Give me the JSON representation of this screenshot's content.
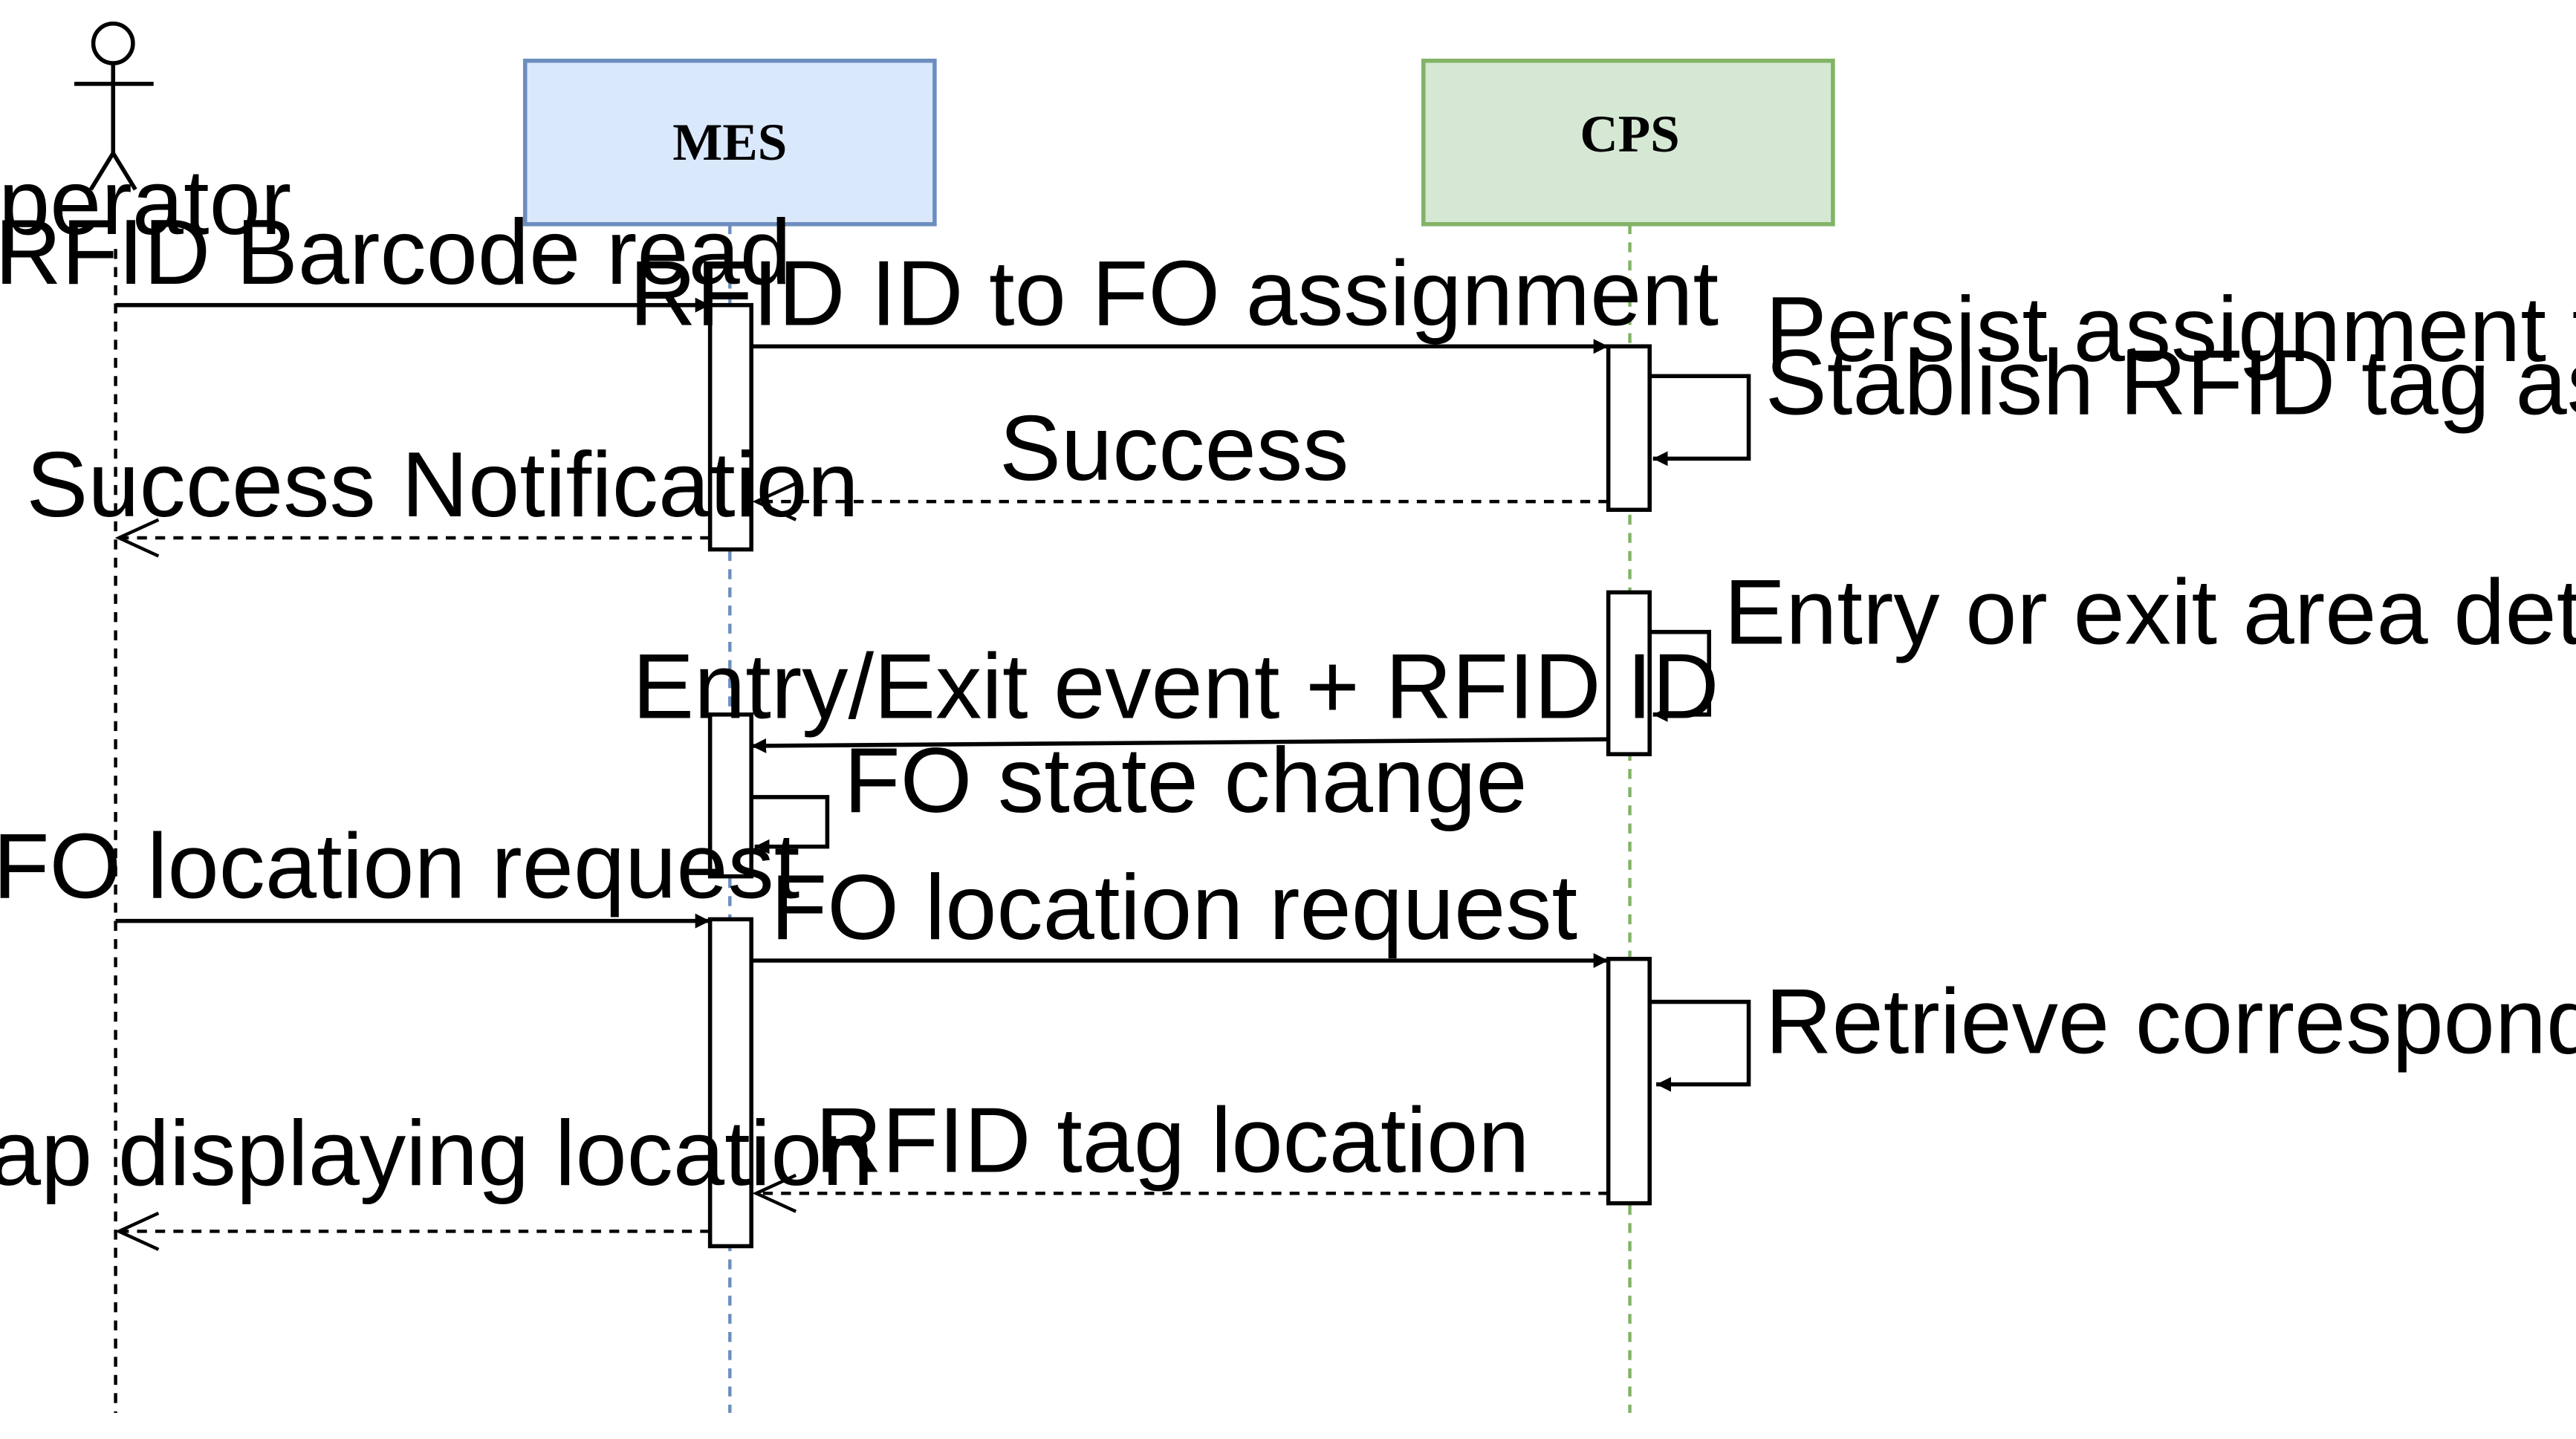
{
  "participants": {
    "operator": {
      "label": "Operator"
    },
    "mes": {
      "label": "MES",
      "fill": "#dae8fc",
      "stroke": "#6c8ebf"
    },
    "cps": {
      "label": "CPS",
      "fill": "#d5e8d4",
      "stroke": "#82b366"
    }
  },
  "messages": {
    "m1": "RFID Barcode read",
    "m2": "RFID ID to FO assignment",
    "m3": "Persist assignment to DB",
    "m4": "Stablish RFID tag as active",
    "m5": "Success",
    "m6": "Success Notification",
    "m7": "Entry or exit area detection",
    "m8": "Entry/Exit event + RFID ID",
    "m9": "FO state change",
    "m10": "FO location request",
    "m11": "FO location request",
    "m12": "Retrieve corresponding RFID ID location",
    "m13": "RFID tag location",
    "m14": "Map displaying location"
  }
}
